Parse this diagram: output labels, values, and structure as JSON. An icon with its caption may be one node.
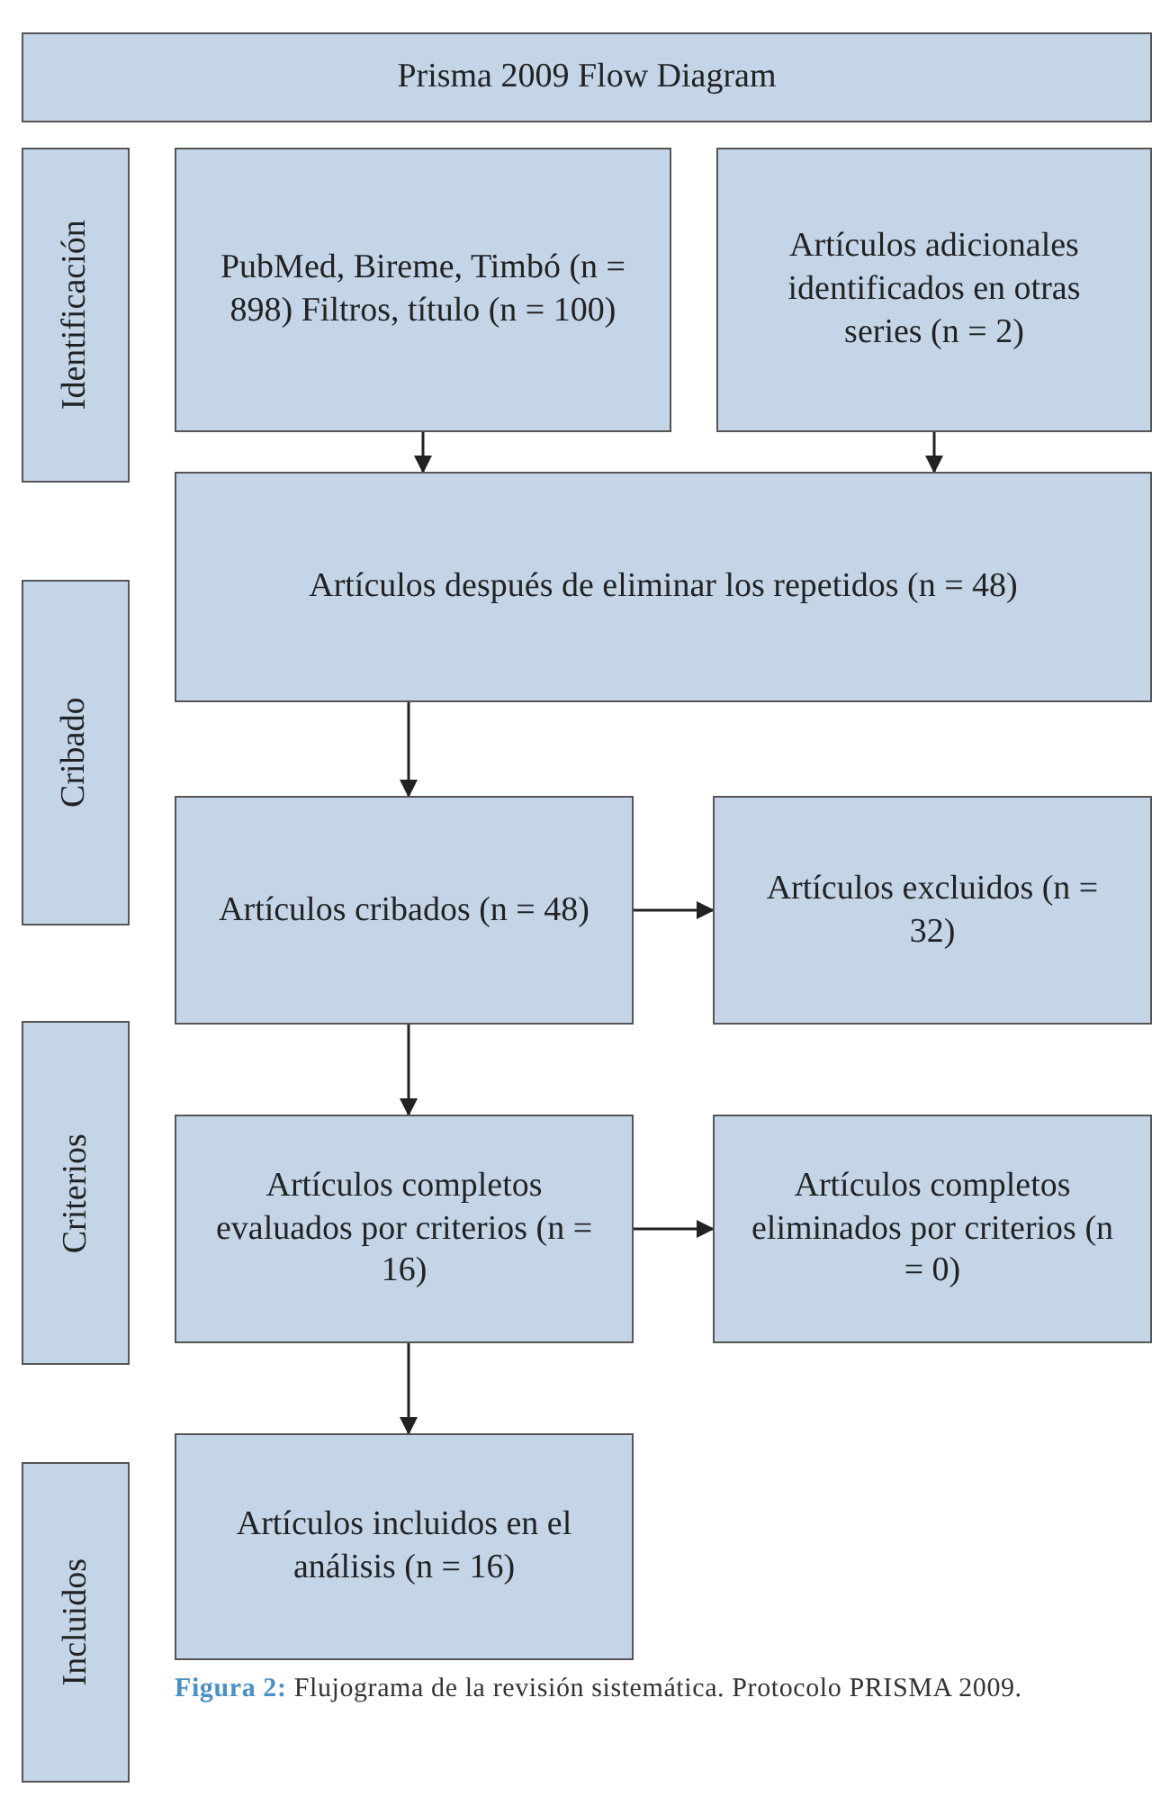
{
  "diagram": {
    "caption": "**Figura 2:** Flujograma de la revisión sistemática. Protocolo PRISMA 2009.",
    "nodes": [
      {
        "text": [
          "Prisma 2009 Flow Diagram"
        ]
      },
      {
        "text": [
          "Identificación"
        ]
      },
      {
        "text": [
          "PubMed, Bireme, Timbó (n = 898) Filtros, título (n = 100)"
        ]
      },
      {
        "text": [
          "Artículos adicionales identificados en otras series (n = 2)"
        ]
      },
      {
        "text": [
          "Artículos después de eliminar los repetidos (n = 48)"
        ]
      },
      {
        "text": [
          "Cribado"
        ]
      },
      {
        "text": [
          "Artículos cribados (n = 48)"
        ]
      },
      {
        "text": [
          "Artículos excluidos (n = 32)"
        ]
      },
      {
        "text": [
          "Criterios"
        ]
      },
      {
        "text": [
          "Artículos completos evaluados por criterios (n = 16)"
        ]
      },
      {
        "text": [
          "Artículos completos eliminados por criterios (n = 0)"
        ]
      },
      {
        "text": [
          "Incluidos"
        ]
      },
      {
        "text": [
          "Artículos incluidos en el análisis (n = 16)"
        ]
      }
    ],
    "edges": [
      {
        "from": 2,
        "to": 4,
        "arrow": "to"
      },
      {
        "from": 3,
        "to": 4,
        "arrow": "to"
      },
      {
        "from": 4,
        "to": 6,
        "arrow": "to"
      },
      {
        "from": 6,
        "to": 7,
        "arrow": "to"
      },
      {
        "from": 6,
        "to": 9,
        "arrow": "to"
      },
      {
        "from": 9,
        "to": 10,
        "arrow": "to"
      },
      {
        "from": 9,
        "to": 12,
        "arrow": "to"
      }
    ]
  }
}
